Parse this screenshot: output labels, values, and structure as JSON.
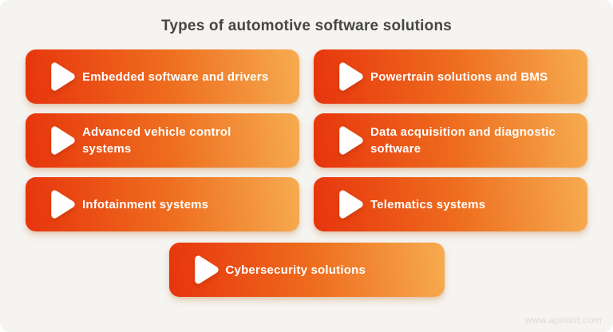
{
  "page": {
    "title": "Types of automotive software solutions",
    "watermark": "www.apriorit.com",
    "colors": {
      "background": "#f5f4f1",
      "card_gradient_start": "#e7340d",
      "card_gradient_mid": "#ee6d1e",
      "card_gradient_end": "#f6ac50",
      "title_text": "#474645",
      "card_text": "#ffffff",
      "watermark_text": "#dcdbd7",
      "play_icon": "#ffffff"
    }
  },
  "cards": [
    {
      "label": "Embedded software and drivers",
      "icon": "play-icon"
    },
    {
      "label": "Powertrain solutions and BMS",
      "icon": "play-icon"
    },
    {
      "label": "Advanced vehicle control systems",
      "icon": "play-icon"
    },
    {
      "label": "Data acquisition and diagnostic software",
      "icon": "play-icon"
    },
    {
      "label": "Infotainment systems",
      "icon": "play-icon"
    },
    {
      "label": "Telematics systems",
      "icon": "play-icon"
    },
    {
      "label": "Cybersecurity solutions",
      "icon": "play-icon"
    }
  ]
}
